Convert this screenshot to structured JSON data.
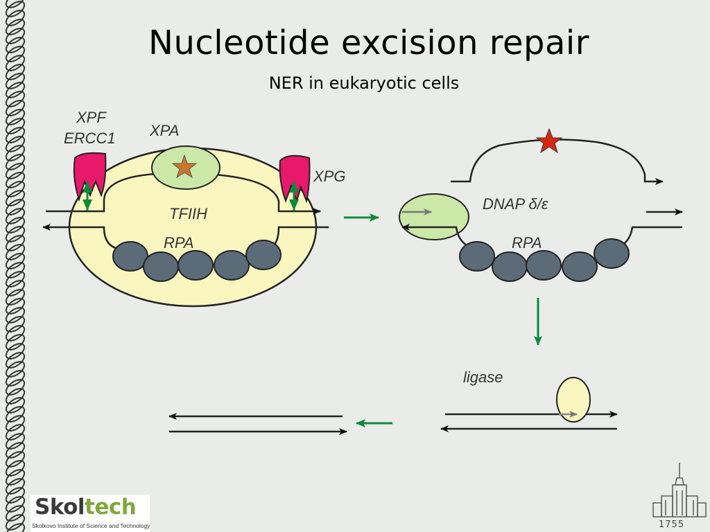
{
  "slide": {
    "title": "Nucleotide excision repair",
    "subtitle": "NER in eukaryotic cells"
  },
  "diagram": {
    "labels": {
      "xpf": "XPF",
      "ercc1": "ERCC1",
      "xpa": "XPA",
      "xpg": "XPG",
      "tfiih": "TFIIH",
      "rpa_left": "RPA",
      "dnap": "DNAP δ/ε",
      "rpa_right": "RPA",
      "ligase": "ligase"
    },
    "colors": {
      "tfiih_fill": "#faf6c0",
      "xpa_fill": "#cce8a8",
      "nuclease_fill": "#e8186a",
      "rpa_fill": "#5c6b78",
      "lesion_star_left": "#c8782a",
      "lesion_star_right": "#d42a10",
      "process_arrow": "#0a8a3a"
    }
  },
  "footer": {
    "logo_part1": "Skol",
    "logo_part2": "tech",
    "logo_tagline": "Skolkovo Institute of Science and Technology",
    "year": "1755"
  }
}
